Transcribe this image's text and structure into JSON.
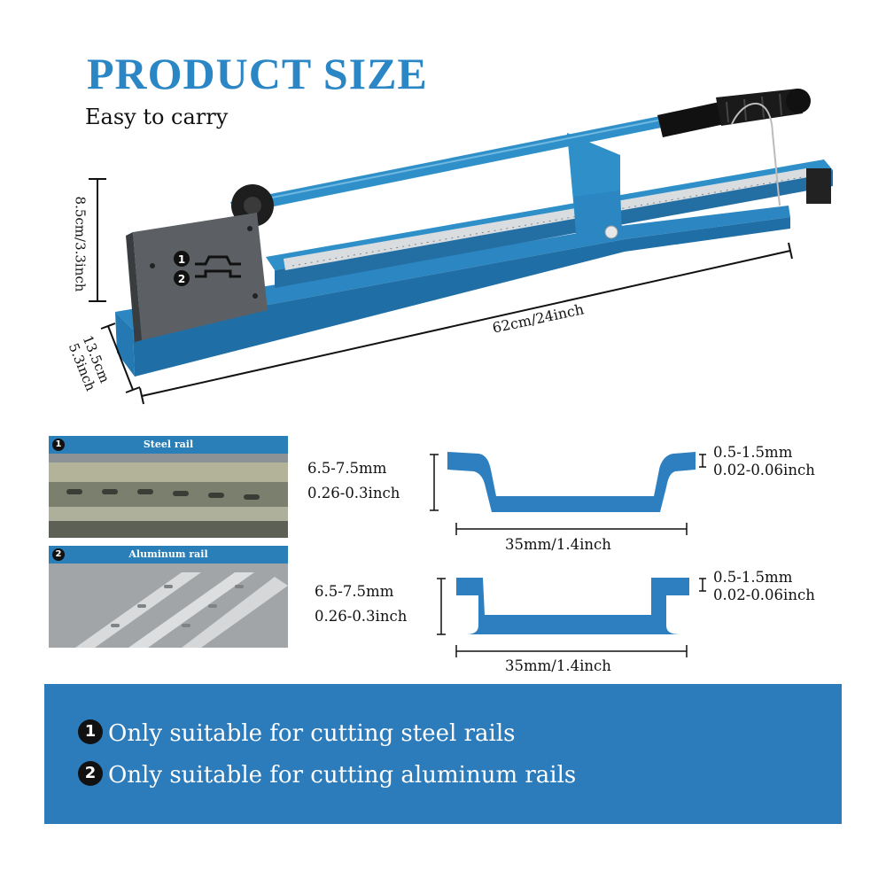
{
  "header": {
    "title": "PRODUCT SIZE",
    "subtitle": "Easy to carry"
  },
  "dimensions": {
    "height": "8.5cm/3.3inch",
    "length": "62cm/24inch",
    "width_cm": "13.5cm",
    "width_in": "5.3inch"
  },
  "rails": [
    {
      "number": "1",
      "name": "Steel rail",
      "height_mm": "6.5-7.5mm",
      "height_in": "0.26-0.3inch",
      "thickness_mm": "0.5-1.5mm",
      "thickness_in": "0.02-0.06inch",
      "width": "35mm/1.4inch"
    },
    {
      "number": "2",
      "name": "Aluminum rail",
      "height_mm": "6.5-7.5mm",
      "height_in": "0.26-0.3inch",
      "thickness_mm": "0.5-1.5mm",
      "thickness_in": "0.02-0.06inch",
      "width": "35mm/1.4inch"
    }
  ],
  "die_labels": [
    "1",
    "2"
  ],
  "notes": [
    {
      "number": "1",
      "text": "Only suitable for cutting steel rails"
    },
    {
      "number": "2",
      "text": "Only suitable for cutting aluminum rails"
    }
  ],
  "colors": {
    "accent": "#2a86c4",
    "tool_blue": "#2f8fc9",
    "panel": "#2c7bbb",
    "rail_profile": "#2e7fc0"
  },
  "icons": [
    "steel-die-icon",
    "aluminum-die-icon"
  ]
}
